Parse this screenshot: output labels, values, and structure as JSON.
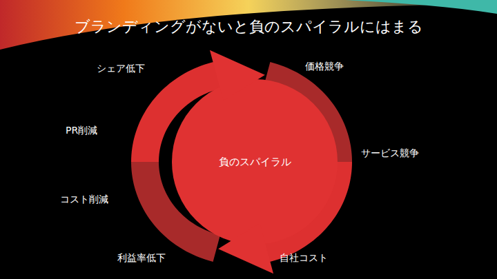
{
  "diagram": {
    "title": "ブランディングがないと負のスパイラルにはまる",
    "nodes": [
      {
        "text": [
          "負のスパイラル"
        ]
      }
    ],
    "labels": [
      "シェア低下",
      "価格競争",
      "PR削減",
      "サービス競争",
      "コスト削減",
      "利益率低下",
      "自社コスト"
    ]
  }
}
